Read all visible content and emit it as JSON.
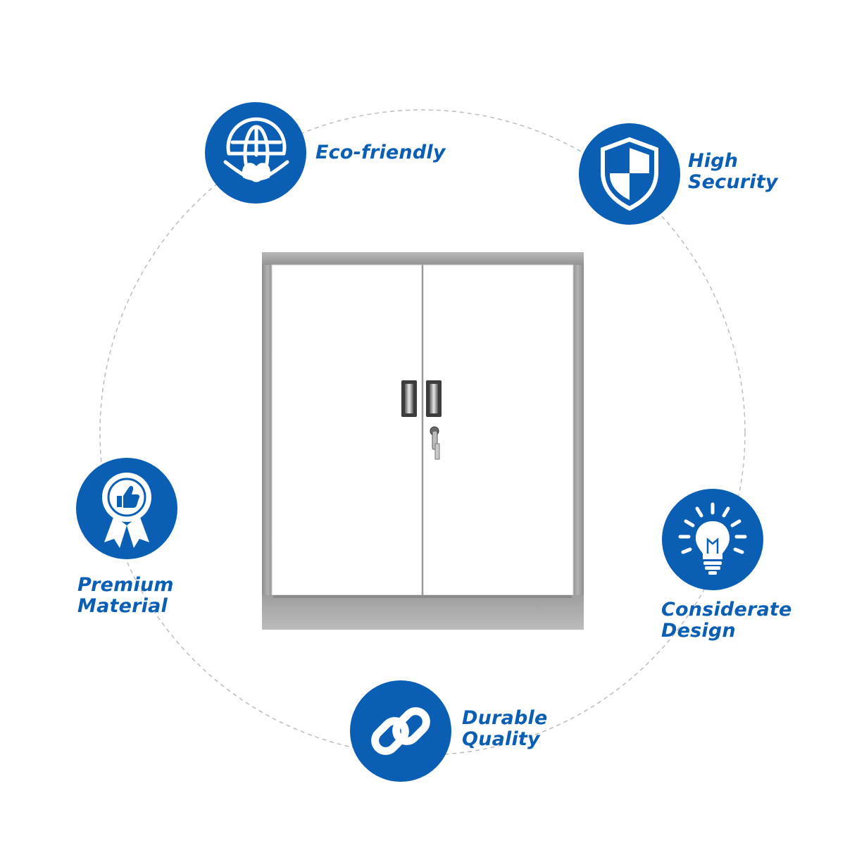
{
  "colors": {
    "accent": "#0a5fb4",
    "icon_fill": "#ffffff",
    "cabinet_frame": "#9a9a9a",
    "cabinet_door": "#ffffff",
    "dashed_circle": "#bdbdbd"
  },
  "product": {
    "name": "steel-storage-cabinet",
    "door_count": 2,
    "has_lock": true
  },
  "features": [
    {
      "icon": "globe-leaf-icon",
      "lines": [
        "Eco-friendly"
      ]
    },
    {
      "icon": "shield-icon",
      "lines": [
        "High",
        "Security"
      ]
    },
    {
      "icon": "award-thumbs-up-icon",
      "lines": [
        "Premium",
        "Material"
      ]
    },
    {
      "icon": "light-bulb-icon",
      "lines": [
        "Considerate",
        "Design"
      ]
    },
    {
      "icon": "chain-link-icon",
      "lines": [
        "Durable",
        "Quality"
      ]
    }
  ]
}
